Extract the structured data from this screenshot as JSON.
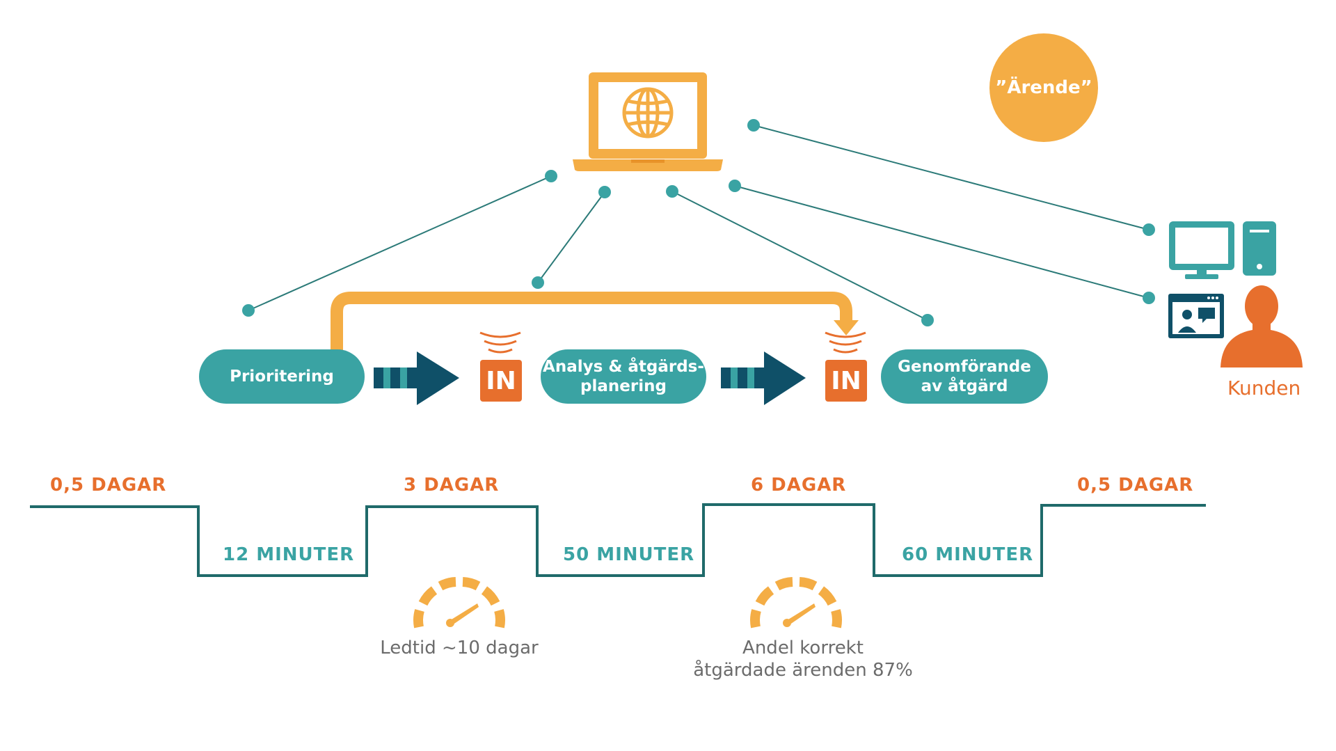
{
  "badge": {
    "text": "”Ärende”"
  },
  "process": {
    "steps": [
      {
        "label": "Prioritering"
      },
      {
        "label": "Analys & åtgärds-\nplanering"
      },
      {
        "label": "Genomförande\nav åtgärd"
      }
    ],
    "inbox_label": "IN"
  },
  "customer": {
    "label": "Kunden"
  },
  "timeline": {
    "process_times": [
      "0,5 DAGAR",
      "3 DAGAR",
      "6 DAGAR",
      "0,5 DAGAR"
    ],
    "wait_times": [
      "12 MINUTER",
      "50 MINUTER",
      "60 MINUTER"
    ]
  },
  "metrics": [
    {
      "label": "Ledtid ~10 dagar"
    },
    {
      "label": "Andel korrekt\nåtgärdade ärenden 87%"
    }
  ],
  "colors": {
    "teal": "#3aa3a3",
    "dark_teal": "#0f5068",
    "orange": "#e76f2d",
    "yellow": "#f4ad45"
  },
  "icons": [
    "laptop-globe-icon",
    "desktop-computer-icon",
    "video-chat-icon",
    "person-icon",
    "speedometer-icon",
    "signal-waves-icon",
    "push-arrow-icon"
  ]
}
